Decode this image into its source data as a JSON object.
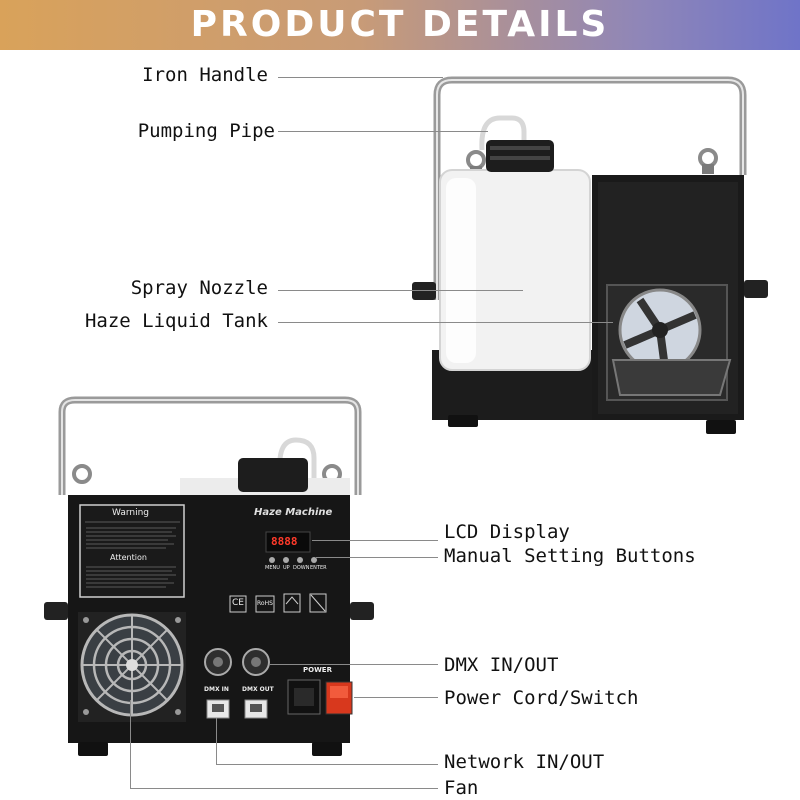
{
  "banner": {
    "title": "PRODUCT DETAILS"
  },
  "top_labels": {
    "iron_handle": "Iron Handle",
    "pumping_pipe": "Pumping Pipe",
    "spray_nozzle": "Spray Nozzle",
    "liquid_tank": "Haze Liquid Tank"
  },
  "bottom_labels": {
    "lcd_display": "LCD Display",
    "manual_buttons": "Manual Setting Buttons",
    "dmx": "DMX IN/OUT",
    "power": "Power Cord/Switch",
    "network": "Network IN/OUT",
    "fan": "Fan"
  },
  "panel": {
    "brand": "Haze Machine",
    "warning": "Warning",
    "attention": "Attention",
    "lcd_text": "8888",
    "buttons": [
      "MENU",
      "UP",
      "DOWN",
      "ENTER"
    ],
    "dmx_in": "DMX IN",
    "dmx_out": "DMX OUT",
    "power_label": "POWER",
    "cert": [
      "CE",
      "RoHS"
    ]
  },
  "colors": {
    "banner_start": "#d9a25a",
    "banner_end": "#6f74c8",
    "body_black": "#1c1c1c",
    "tank_white": "#f2f2f2",
    "leader_line": "#8a8a8a"
  }
}
